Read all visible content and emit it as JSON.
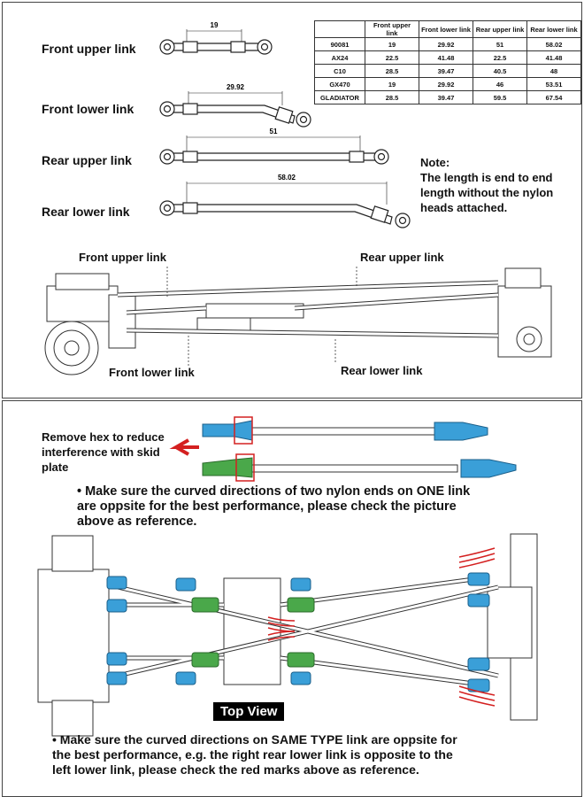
{
  "links": {
    "front_upper": {
      "label": "Front upper link",
      "dim": "19"
    },
    "front_lower": {
      "label": "Front lower link",
      "dim": "29.92"
    },
    "rear_upper": {
      "label": "Rear upper link",
      "dim": "51"
    },
    "rear_lower": {
      "label": "Rear lower link",
      "dim": "58.02"
    }
  },
  "table": {
    "headers": [
      "",
      "Front upper link",
      "Front lower link",
      "Rear upper link",
      "Rear lower link"
    ],
    "rows": [
      [
        "90081",
        "19",
        "29.92",
        "51",
        "58.02"
      ],
      [
        "AX24",
        "22.5",
        "41.48",
        "22.5",
        "41.48"
      ],
      [
        "C10",
        "28.5",
        "39.47",
        "40.5",
        "48"
      ],
      [
        "GX470",
        "19",
        "29.92",
        "46",
        "53.51"
      ],
      [
        "GLADIATOR",
        "28.5",
        "39.47",
        "59.5",
        "67.54"
      ]
    ]
  },
  "note": {
    "title": "Note:",
    "line1": "The length is end to end",
    "line2": "length without the nylon",
    "line3": "heads attached."
  },
  "chassis_labels": {
    "front_upper": "Front upper link",
    "rear_upper": "Rear upper link",
    "front_lower": "Front lower link",
    "rear_lower": "Rear lower link"
  },
  "hex": {
    "line1": "Remove hex to reduce",
    "line2": "interference with skid",
    "line3": "plate"
  },
  "bullet1": {
    "line1": "• Make sure the curved directions of two nylon ends on ONE link",
    "line2": "are oppsite for the best performance, please check the picture",
    "line3": "above as reference."
  },
  "top_view_label": "Top View",
  "bullet2": {
    "line1": "• Make sure the curved directions on SAME TYPE link are oppsite for",
    "line2": "the best performance, e.g. the right rear lower link is opposite to the",
    "line3": "left lower link, please check the red marks above as reference."
  },
  "colors": {
    "nylon_blue": "#3a9fd8",
    "nylon_green": "#4aa84a",
    "red_mark": "#d42020"
  }
}
